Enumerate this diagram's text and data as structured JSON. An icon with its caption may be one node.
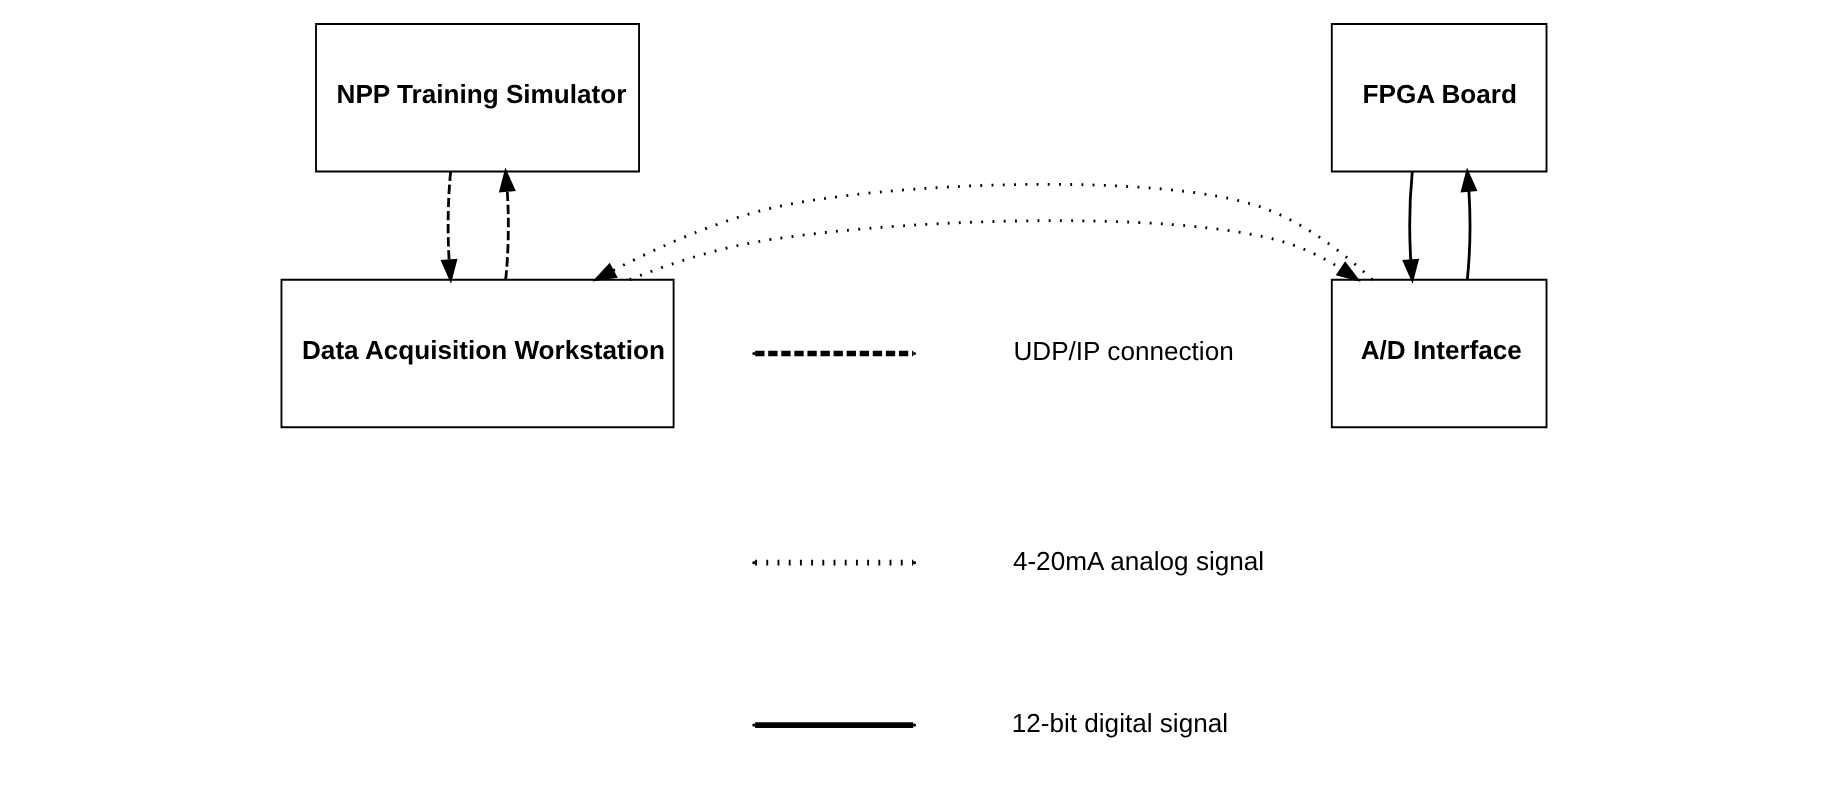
{
  "diagram": {
    "nodes": [
      {
        "text": [
          "NPP Training Simulator"
        ]
      },
      {
        "text": [
          "FPGA Board"
        ]
      },
      {
        "text": [
          "Data Acquisition Workstation"
        ]
      },
      {
        "text": [
          "A/D Interface"
        ]
      }
    ],
    "edges": [
      {
        "from": 0,
        "to": 2,
        "arrow": "to",
        "style": "dashed"
      },
      {
        "from": 2,
        "to": 0,
        "arrow": "to",
        "style": "dashed"
      },
      {
        "from": 2,
        "to": 3,
        "arrow": "to",
        "style": "dashed"
      },
      {
        "from": 3,
        "to": 2,
        "arrow": "to",
        "style": "dashed"
      },
      {
        "from": 3,
        "to": 1,
        "arrow": "to"
      },
      {
        "from": 1,
        "to": 3,
        "arrow": "to"
      }
    ],
    "legend": [
      {
        "text": "UDP/IP connection"
      },
      {
        "text": "4-20mA analog signal"
      },
      {
        "text": "12-bit digital signal"
      }
    ]
  }
}
